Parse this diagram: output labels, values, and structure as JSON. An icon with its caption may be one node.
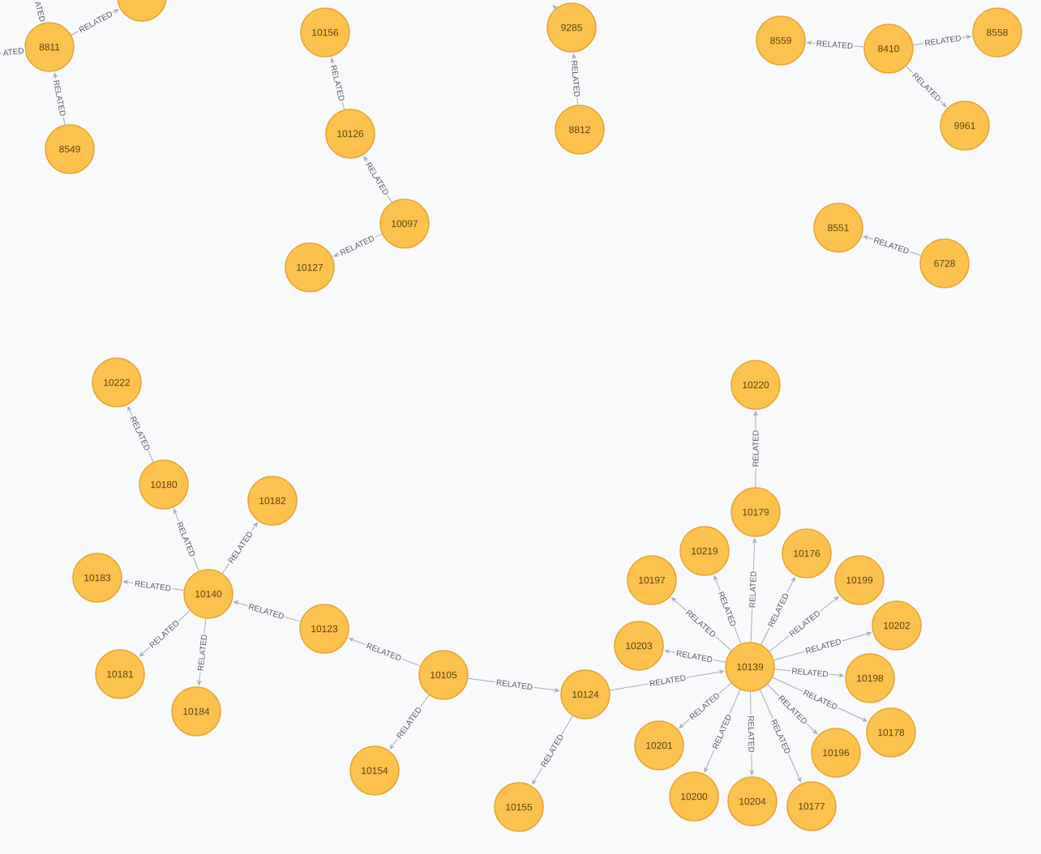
{
  "diagram": {
    "nodes": [
      {
        "text": [],
        "shape": "circle"
      },
      {
        "text": [
          "8811"
        ]
      },
      {
        "text": [
          "8549"
        ]
      },
      {
        "text": [
          "10156"
        ]
      },
      {
        "text": [
          "10126"
        ]
      },
      {
        "text": [
          "10097"
        ]
      },
      {
        "text": [
          "10127"
        ]
      },
      {
        "text": [
          "9285"
        ]
      },
      {
        "text": [
          "8812"
        ]
      },
      {
        "text": [
          "8559"
        ]
      },
      {
        "text": [
          "8410"
        ]
      },
      {
        "text": [
          "8558"
        ]
      },
      {
        "text": [
          "9961"
        ]
      },
      {
        "text": [
          "8551"
        ]
      },
      {
        "text": [
          "6728"
        ]
      },
      {
        "text": [
          "10222"
        ]
      },
      {
        "text": [
          "10180"
        ]
      },
      {
        "text": [
          "10182"
        ]
      },
      {
        "text": [
          "10183"
        ]
      },
      {
        "text": [
          "10140"
        ]
      },
      {
        "text": [
          "10123"
        ]
      },
      {
        "text": [
          "10181"
        ]
      },
      {
        "text": [
          "10184"
        ]
      },
      {
        "text": [
          "10105"
        ]
      },
      {
        "text": [
          "10154"
        ]
      },
      {
        "text": [
          "10124"
        ]
      },
      {
        "text": [
          "10155"
        ]
      },
      {
        "text": [
          "10220"
        ]
      },
      {
        "text": [
          "10179"
        ]
      },
      {
        "text": [
          "10219"
        ]
      },
      {
        "text": [
          "10176"
        ]
      },
      {
        "text": [
          "10197"
        ]
      },
      {
        "text": [
          "10199"
        ]
      },
      {
        "text": [
          "10202"
        ]
      },
      {
        "text": [
          "10203"
        ]
      },
      {
        "text": [
          "10139"
        ]
      },
      {
        "text": [
          "10198"
        ]
      },
      {
        "text": [
          "10178"
        ]
      },
      {
        "text": [
          "10201"
        ]
      },
      {
        "text": [
          "10196"
        ]
      },
      {
        "text": [
          "10200"
        ]
      },
      {
        "text": [
          "10204"
        ]
      },
      {
        "text": [
          "10177"
        ]
      }
    ],
    "edges": [
      {
        "from": 1,
        "to": null,
        "arrow": "none",
        "label": "ATED"
      },
      {
        "from": 1,
        "to": null,
        "arrow": "none",
        "label": "ATED"
      },
      {
        "from": 1,
        "to": 0,
        "arrow": "to",
        "label": "RELATED"
      },
      {
        "from": 2,
        "to": 1,
        "arrow": "to",
        "label": "RELATED"
      },
      {
        "from": 4,
        "to": 3,
        "arrow": "to",
        "label": "RELATED"
      },
      {
        "from": 5,
        "to": 4,
        "arrow": "to",
        "label": "RELATED"
      },
      {
        "from": 5,
        "to": 6,
        "arrow": "to",
        "label": "RELATED"
      },
      {
        "from": 7,
        "to": null,
        "arrow": "to"
      },
      {
        "from": 8,
        "to": 7,
        "arrow": "to",
        "label": "RELATED"
      },
      {
        "from": 10,
        "to": 9,
        "arrow": "to",
        "label": "RELATED"
      },
      {
        "from": 10,
        "to": 11,
        "arrow": "to",
        "label": "RELATED"
      },
      {
        "from": 10,
        "to": 12,
        "arrow": "to",
        "label": "RELATED"
      },
      {
        "from": 14,
        "to": 13,
        "arrow": "to",
        "label": "RELATED"
      },
      {
        "from": 16,
        "to": 15,
        "arrow": "to",
        "label": "RELATED"
      },
      {
        "from": 19,
        "to": 16,
        "arrow": "to",
        "label": "RELATED"
      },
      {
        "from": 19,
        "to": 17,
        "arrow": "to",
        "label": "RELATED"
      },
      {
        "from": 19,
        "to": 18,
        "arrow": "to",
        "label": "RELATED"
      },
      {
        "from": 20,
        "to": 19,
        "arrow": "to",
        "label": "RELATED"
      },
      {
        "from": 19,
        "to": 21,
        "arrow": "to",
        "label": "RELATED"
      },
      {
        "from": 19,
        "to": 22,
        "arrow": "to",
        "label": "RELATED"
      },
      {
        "from": 23,
        "to": 20,
        "arrow": "to",
        "label": "RELATED"
      },
      {
        "from": 23,
        "to": 24,
        "arrow": "to",
        "label": "RELATED"
      },
      {
        "from": 23,
        "to": 25,
        "arrow": "to",
        "label": "RELATED"
      },
      {
        "from": 25,
        "to": 26,
        "arrow": "to",
        "label": "RELATED"
      },
      {
        "from": 25,
        "to": 35,
        "arrow": "to",
        "label": "RELATED"
      },
      {
        "from": 28,
        "to": 27,
        "arrow": "to",
        "label": "RELATED"
      },
      {
        "from": 35,
        "to": 28,
        "arrow": "to",
        "label": "RELATED"
      },
      {
        "from": 35,
        "to": 29,
        "arrow": "to",
        "label": "RELATED"
      },
      {
        "from": 35,
        "to": 30,
        "arrow": "to",
        "label": "RELATED"
      },
      {
        "from": 35,
        "to": 31,
        "arrow": "to",
        "label": "RELATED"
      },
      {
        "from": 35,
        "to": 32,
        "arrow": "to",
        "label": "RELATED"
      },
      {
        "from": 35,
        "to": 33,
        "arrow": "to",
        "label": "RELATED"
      },
      {
        "from": 35,
        "to": 34,
        "arrow": "to",
        "label": "RELATED"
      },
      {
        "from": 35,
        "to": 36,
        "arrow": "to",
        "label": "RELATED"
      },
      {
        "from": 35,
        "to": 37,
        "arrow": "to",
        "label": "RELATED"
      },
      {
        "from": 35,
        "to": 38,
        "arrow": "to",
        "label": "RELATED"
      },
      {
        "from": 35,
        "to": 39,
        "arrow": "to",
        "label": "RELATED"
      },
      {
        "from": 35,
        "to": 40,
        "arrow": "to",
        "label": "RELATED"
      },
      {
        "from": 35,
        "to": 41,
        "arrow": "to",
        "label": "RELATED"
      },
      {
        "from": 35,
        "to": 42,
        "arrow": "to",
        "label": "RELATED"
      }
    ]
  }
}
